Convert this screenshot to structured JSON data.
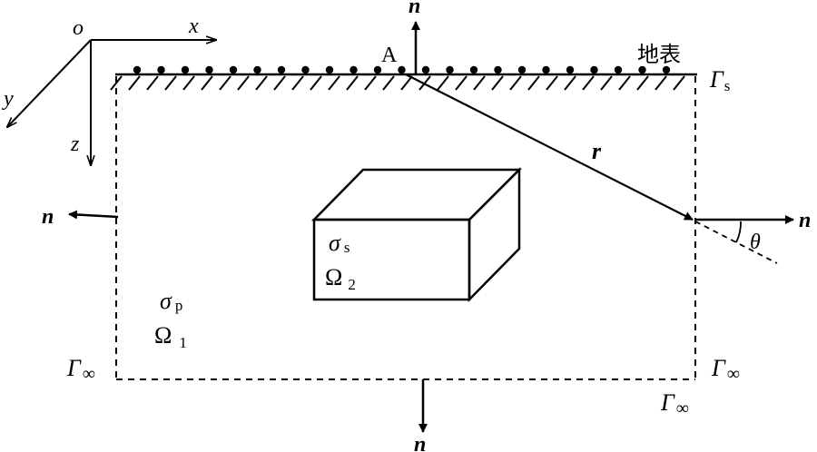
{
  "axes": {
    "origin": "o",
    "x": "x",
    "y": "y",
    "z": "z"
  },
  "surface": {
    "label": "地表",
    "boundary_main": "Γ",
    "boundary_sub": "s",
    "point_label": "A"
  },
  "normal_label": "n",
  "vector_label": "r",
  "angle_label": "θ",
  "region_outer": {
    "sigma": "σ",
    "sigma_sub": "p",
    "omega": "Ω",
    "omega_sub": "1"
  },
  "region_inner": {
    "sigma": "σ",
    "sigma_sub": "s",
    "omega": "Ω",
    "omega_sub": "2"
  },
  "infinity_boundary": {
    "main": "Γ",
    "sub": "∞"
  },
  "colors": {
    "stroke": "#000000",
    "background": "#ffffff"
  }
}
